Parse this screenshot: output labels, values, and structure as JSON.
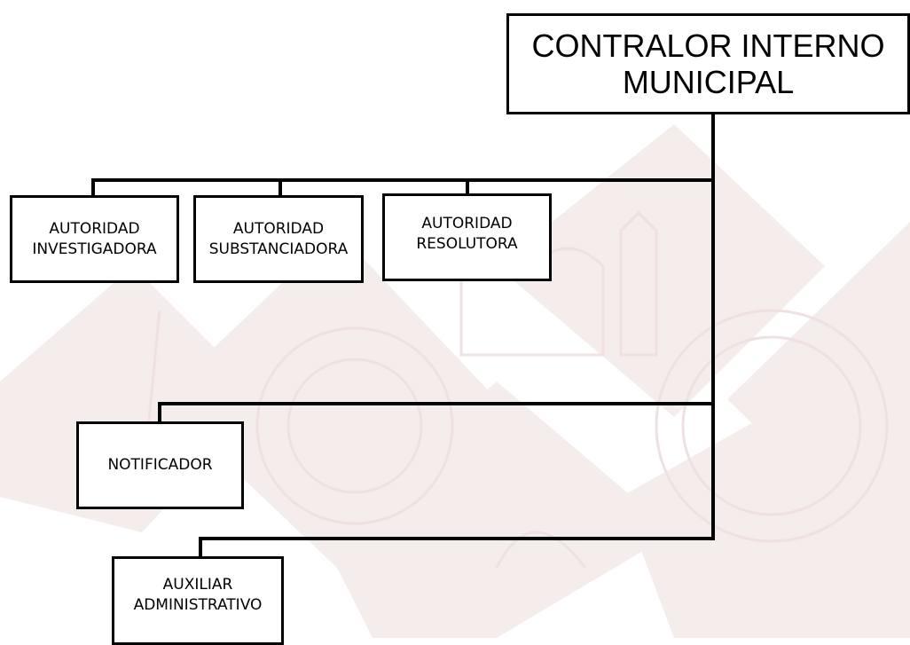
{
  "root": {
    "label": "CONTRALOR INTERNO\nMUNICIPAL"
  },
  "children": [
    {
      "label": "AUTORIDAD\nINVESTIGADORA"
    },
    {
      "label": "AUTORIDAD\nSUBSTANCIADORA"
    },
    {
      "label": "AUTORIDAD\nRESOLUTORA"
    },
    {
      "label": "NOTIFICADOR"
    },
    {
      "label": "AUXILIAR\nADMINISTRATIVO"
    }
  ],
  "colors": {
    "line": "#000000",
    "watermark": "#f4e9ea"
  }
}
